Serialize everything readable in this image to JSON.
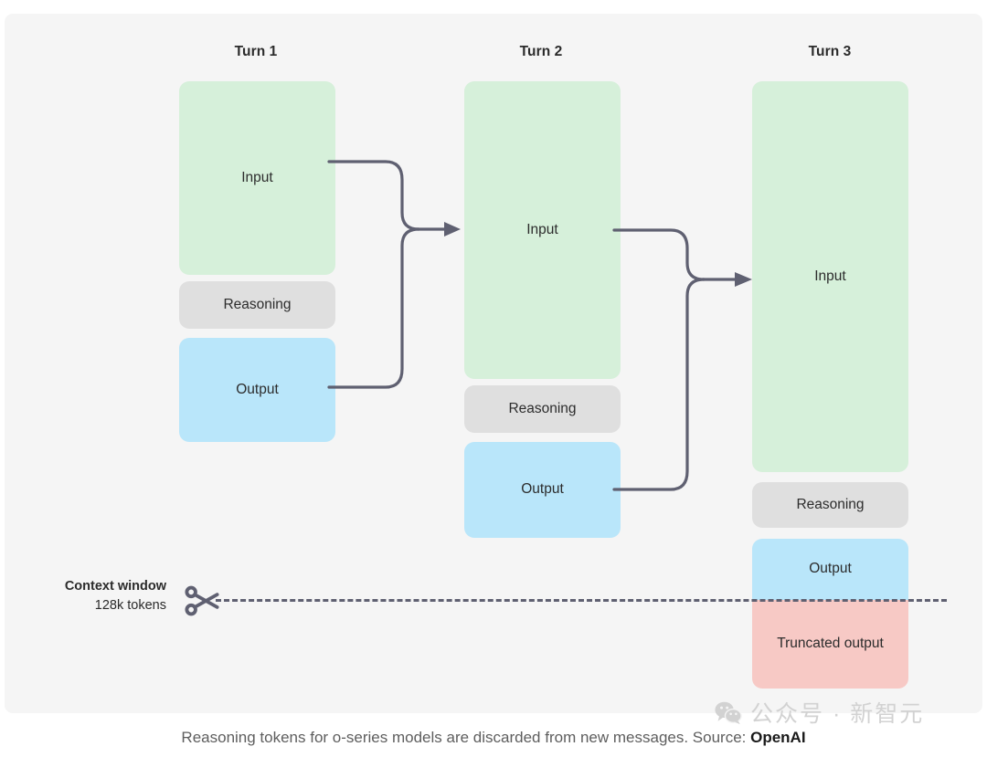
{
  "diagram": {
    "columns": [
      {
        "header": "Turn 1",
        "blocks": [
          {
            "label": "Input",
            "kind": "input",
            "color": "#d6f0da"
          },
          {
            "label": "Reasoning",
            "kind": "reasoning",
            "color": "#dfdfdf"
          },
          {
            "label": "Output",
            "kind": "output",
            "color": "#b9e6fa"
          }
        ]
      },
      {
        "header": "Turn 2",
        "blocks": [
          {
            "label": "Input",
            "kind": "input",
            "color": "#d6f0da"
          },
          {
            "label": "Reasoning",
            "kind": "reasoning",
            "color": "#dfdfdf"
          },
          {
            "label": "Output",
            "kind": "output",
            "color": "#b9e6fa"
          }
        ]
      },
      {
        "header": "Turn 3",
        "blocks": [
          {
            "label": "Input",
            "kind": "input",
            "color": "#d6f0da"
          },
          {
            "label": "Reasoning",
            "kind": "reasoning",
            "color": "#dfdfdf"
          },
          {
            "label": "Output",
            "kind": "output",
            "color": "#b9e6fa"
          },
          {
            "label": "Truncated output",
            "kind": "truncated",
            "color": "#f7c9c5"
          }
        ]
      }
    ],
    "context_window": {
      "title": "Context window",
      "subtitle": "128k tokens",
      "cut_icon": "scissors-icon",
      "line_color": "#5f6071"
    },
    "connectors": [
      {
        "name": "turn1-to-turn2",
        "from": [
          "Input",
          "Output"
        ],
        "to": "Input",
        "color": "#5f6071"
      },
      {
        "name": "turn2-to-turn3",
        "from": [
          "Input",
          "Output"
        ],
        "to": "Input",
        "color": "#5f6071"
      }
    ]
  },
  "watermark": {
    "icon": "wechat-icon",
    "text": "公众号 · 新智元"
  },
  "caption": {
    "text": "Reasoning tokens for o-series models are discarded from new messages. Source: ",
    "brand": "OpenAI"
  }
}
